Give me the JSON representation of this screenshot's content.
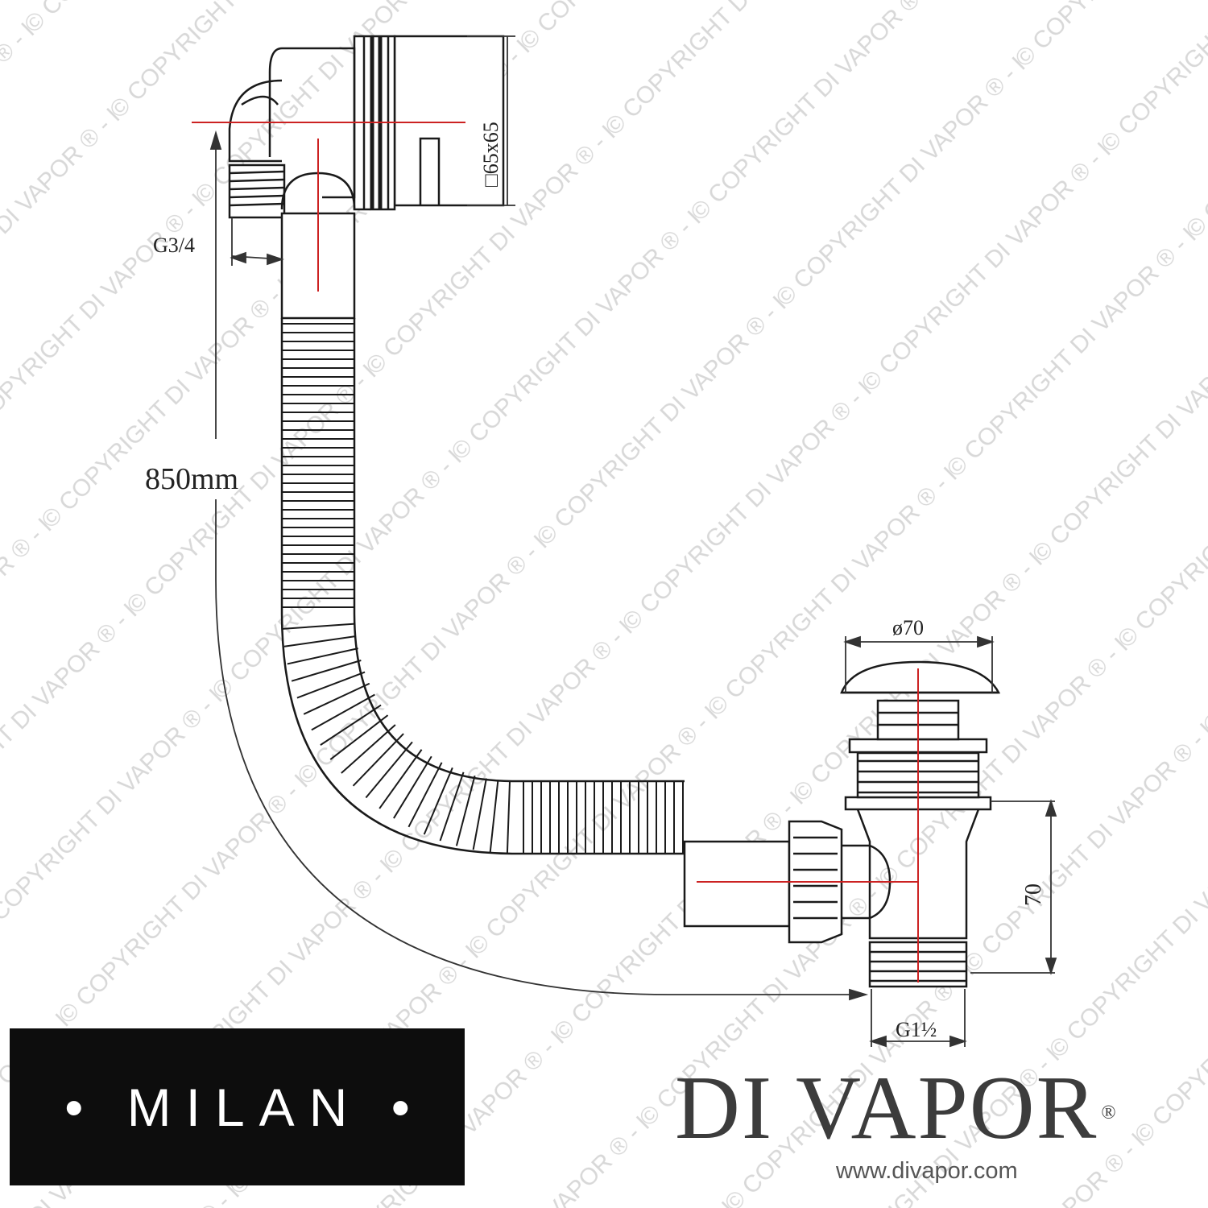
{
  "watermark": {
    "text": "© COPYRIGHT DI VAPOR ® - DO NOT COPY -",
    "color": "#d8d8d8"
  },
  "dimensions": {
    "overflow_plate": "□65x65",
    "inlet_thread": "G3/4",
    "hose_length": "850mm",
    "waste_cap_diameter": "ø70",
    "waste_height": "70",
    "outlet_thread": "G1½"
  },
  "colors": {
    "line": "#1a1a1a",
    "centerline": "#cc2222",
    "logo_bg": "#0d0d0d"
  },
  "logos": {
    "milan": "• MILAN •",
    "brand": "DI VAPOR",
    "brand_mark": "®",
    "website": "www.divapor.com"
  }
}
